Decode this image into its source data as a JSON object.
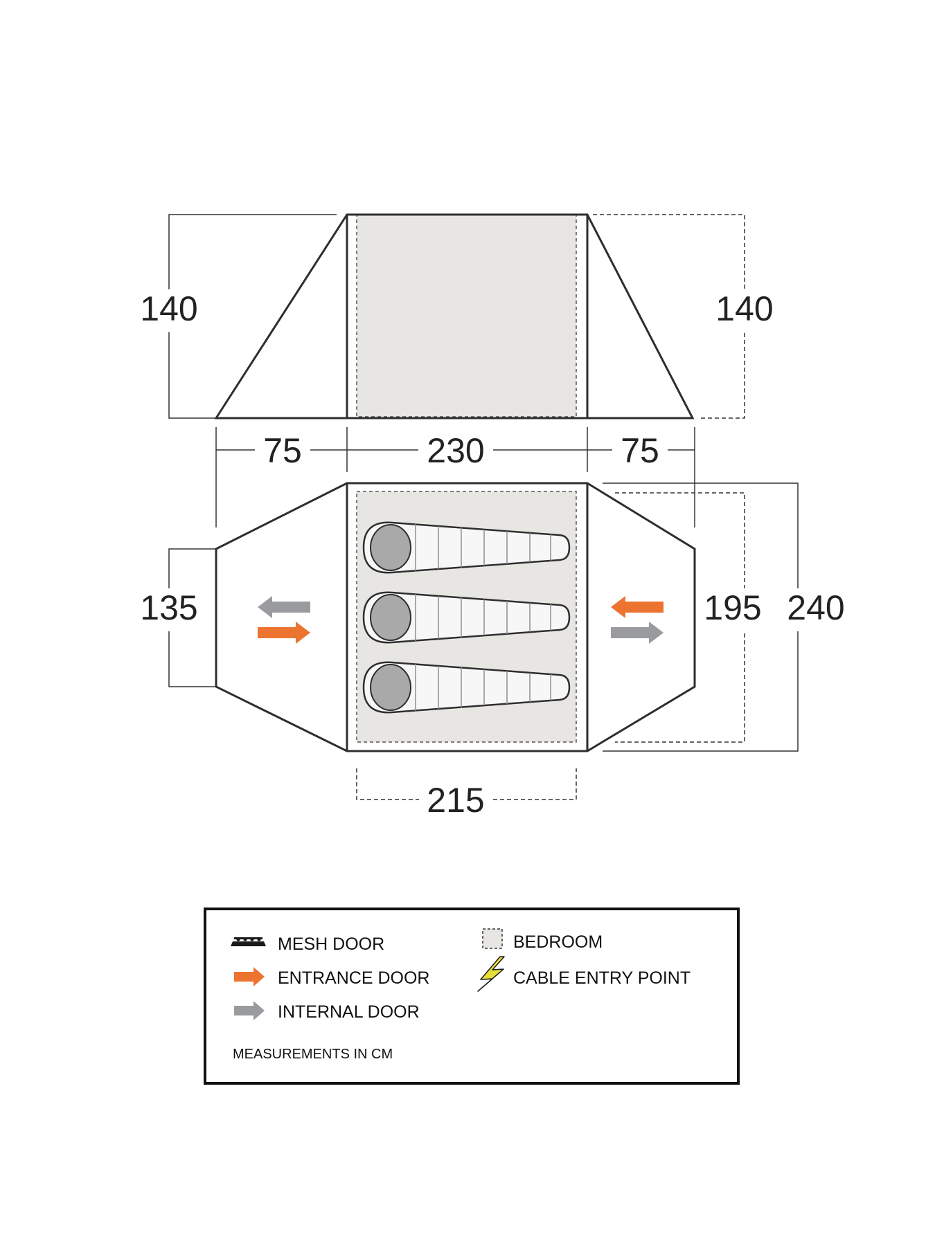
{
  "dimensions": {
    "side_height_left": "140",
    "side_height_right": "140",
    "porch_left": "75",
    "center": "230",
    "porch_right": "75",
    "porch_width": "135",
    "bedroom_width": "195",
    "overall_width": "240",
    "bedroom_length": "215"
  },
  "sleeping_bags": 3,
  "legend": {
    "mesh_door": "MESH DOOR",
    "entrance_door": "ENTRANCE DOOR",
    "internal_door": "INTERNAL DOOR",
    "bedroom": "BEDROOM",
    "cable_entry": "CABLE ENTRY POINT",
    "note": "MEASUREMENTS IN CM"
  },
  "colors": {
    "outline": "#333333",
    "bedroom_fill": "#e8e6e3",
    "entrance": "#ec7430",
    "internal": "#9a9b9f",
    "cable": "#e6df3a"
  },
  "icons": [
    "mesh-door-icon",
    "entrance-arrow-icon",
    "internal-arrow-icon",
    "bedroom-icon",
    "lightning-icon"
  ]
}
